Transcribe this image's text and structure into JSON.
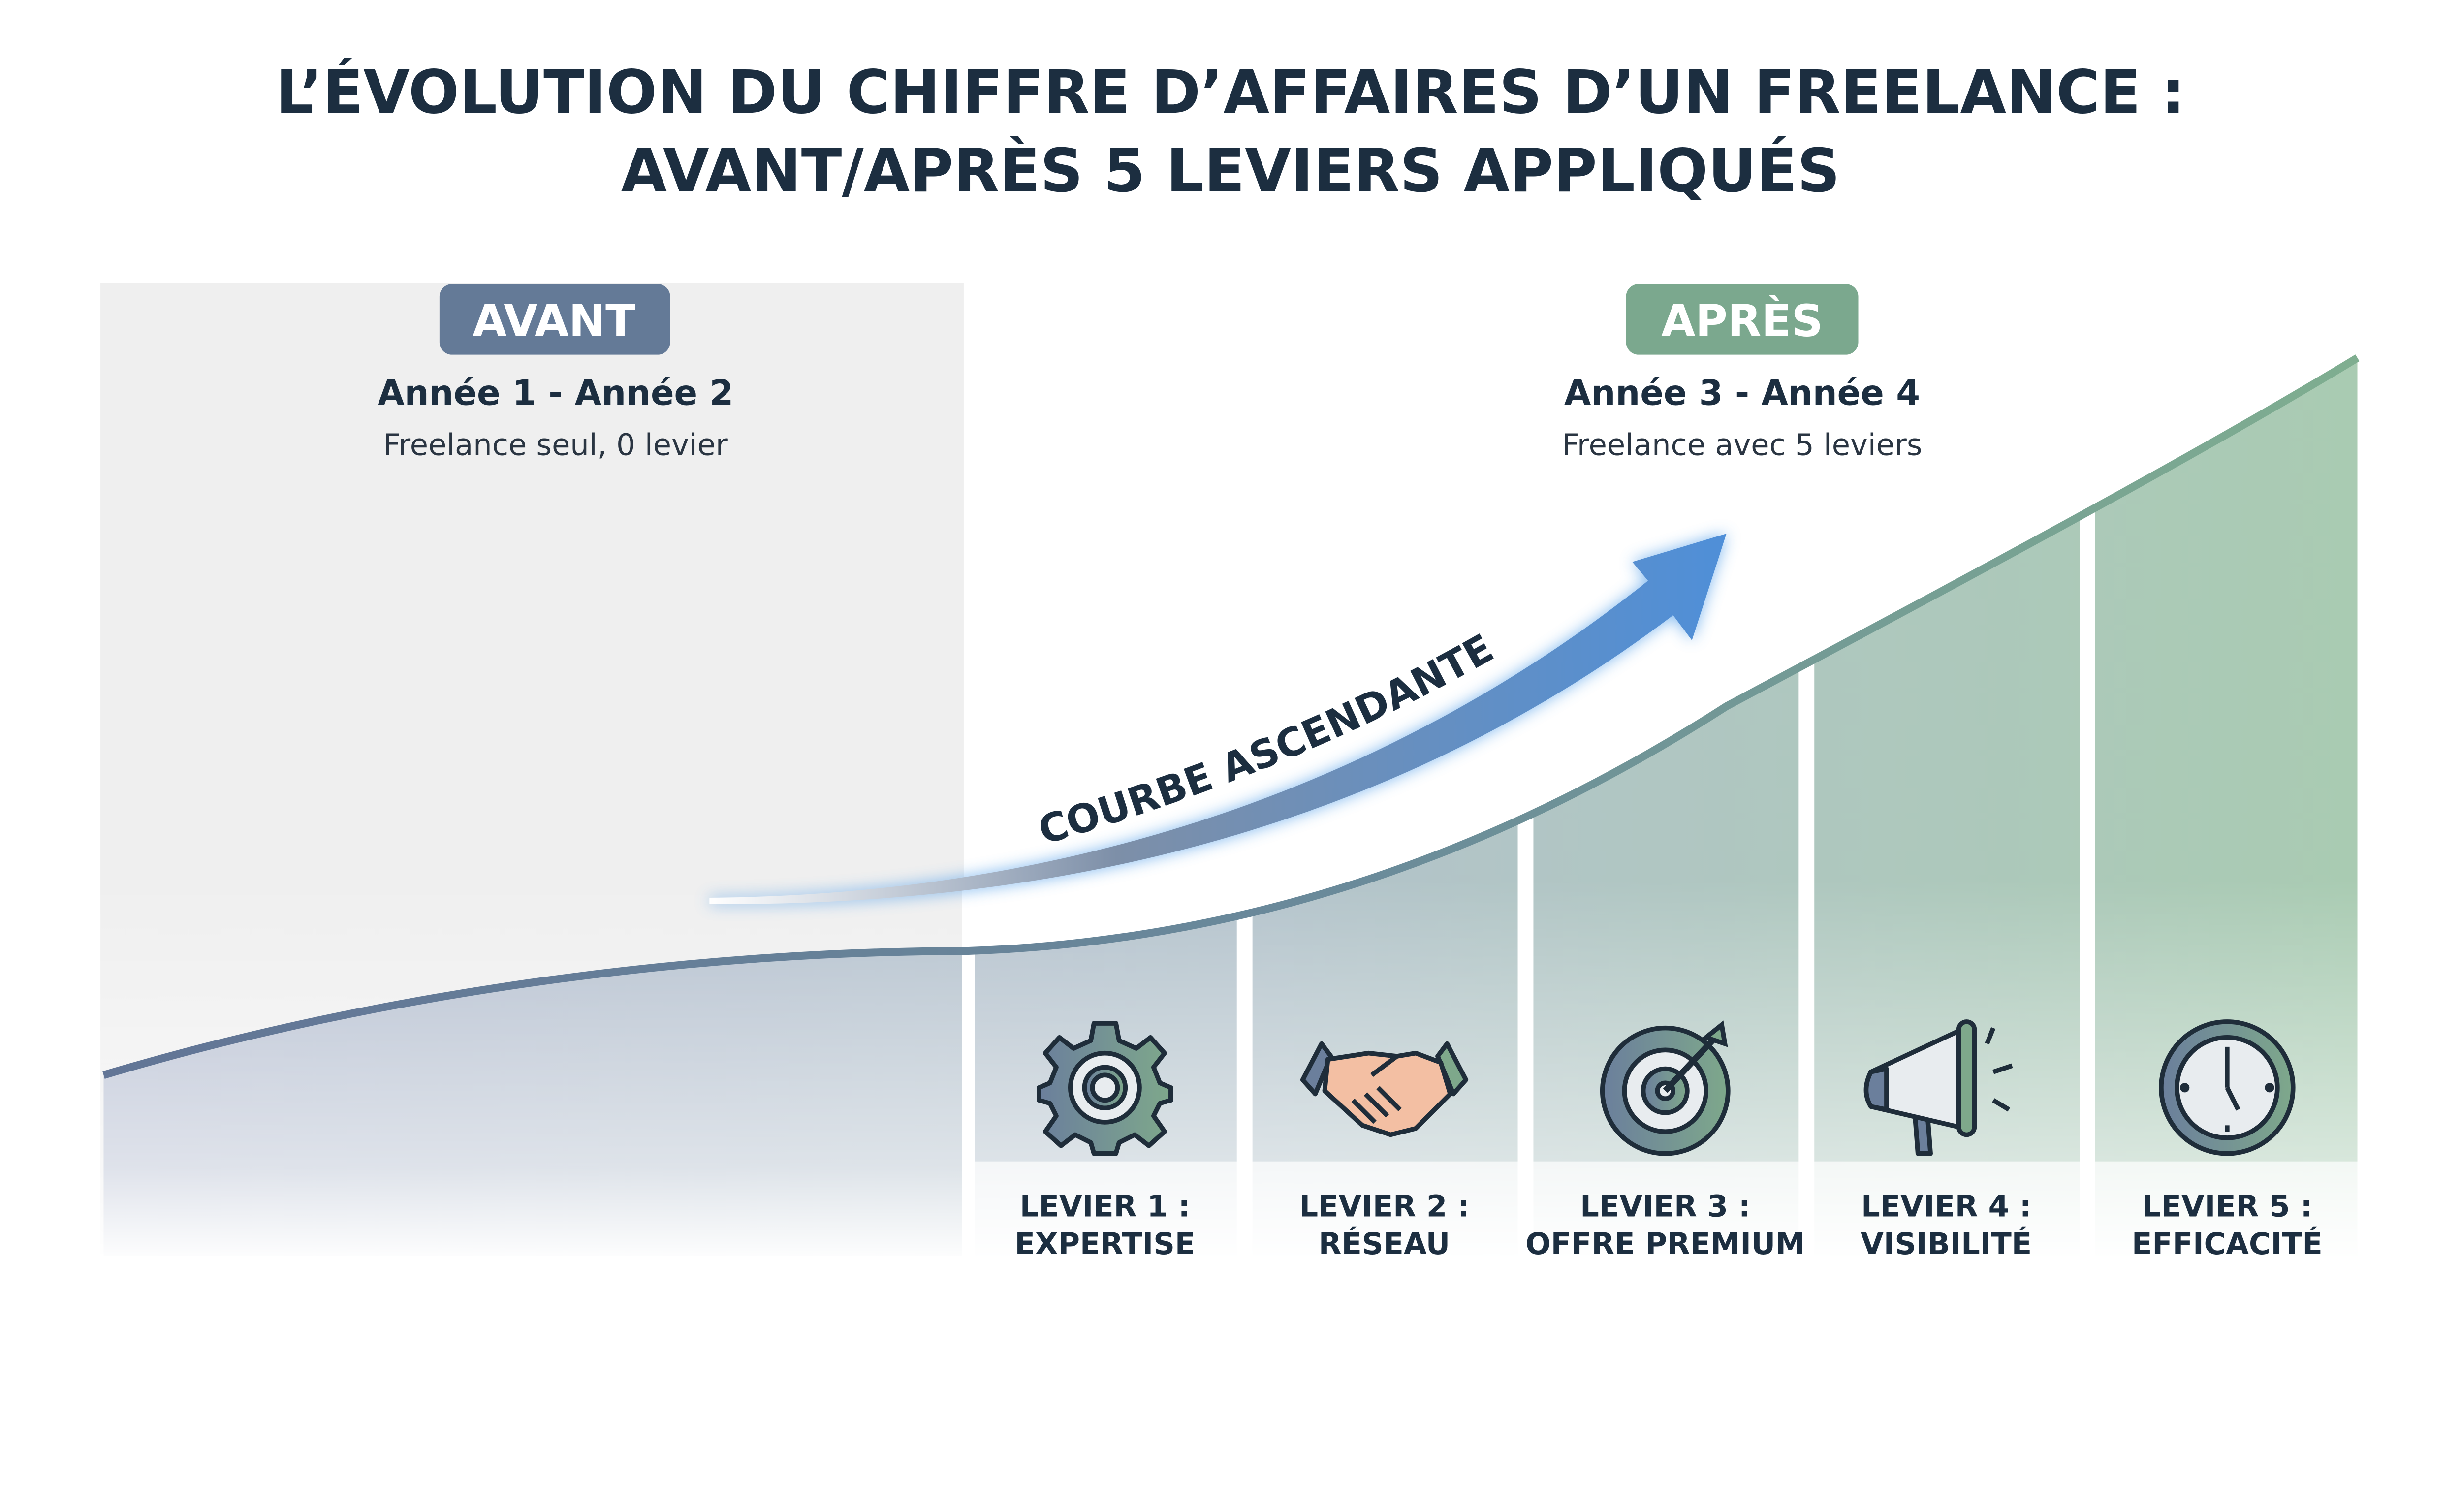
{
  "title": {
    "line1": "L’ÉVOLUTION DU CHIFFRE D’AFFAIRES D’UN FREELANCE :",
    "line2": "AVANT/APRÈS 5 LEVIERS APPLIQUÉS"
  },
  "before": {
    "badge": "AVANT",
    "period": "Année 1 - Année 2",
    "description": "Freelance seul, 0 levier",
    "color": "#647a97"
  },
  "after": {
    "badge": "APRÈS",
    "period": "Année 3 - Année 4",
    "description": "Freelance avec 5 leviers",
    "color": "#7ba88e"
  },
  "arrow_label": "COURBE ASCENDANTE",
  "levers": [
    {
      "line1": "LEVIER 1 :",
      "line2": "EXPERTISE",
      "icon": "gear-icon"
    },
    {
      "line1": "LEVIER 2 :",
      "line2": "RÉSEAU",
      "icon": "handshake-icon"
    },
    {
      "line1": "LEVIER 3 :",
      "line2": "OFFRE PREMIUM",
      "icon": "target-icon"
    },
    {
      "line1": "LEVIER 4 :",
      "line2": "VISIBILITÉ",
      "icon": "megaphone-icon"
    },
    {
      "line1": "LEVIER 5 :",
      "line2": "EFFICACITÉ",
      "icon": "clock-icon"
    }
  ],
  "colors": {
    "text": "#1c2e40",
    "blue": "#647a97",
    "green": "#7ba88e",
    "arrow_glow": "#4a9ae8"
  }
}
